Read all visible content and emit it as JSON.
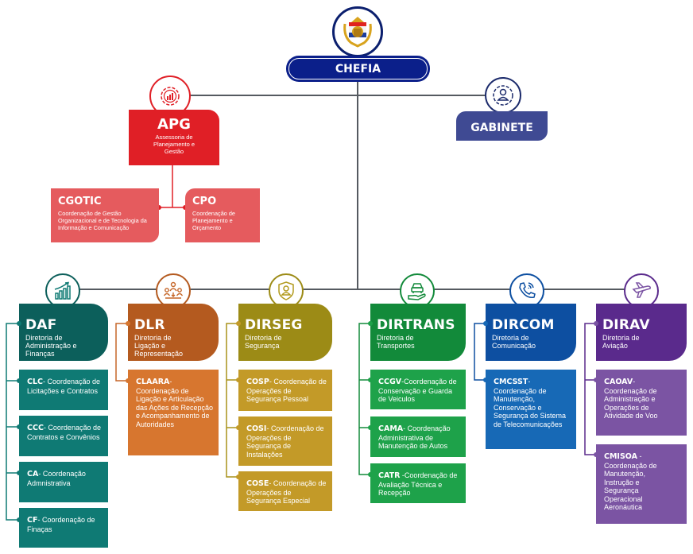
{
  "chart": {
    "title": "CHEFIA",
    "top_nodes": [
      {
        "id": "apg",
        "acronym": "APG",
        "name": "Assessoria de Planejamento e Gestão",
        "color": "#e01f26",
        "icon": "gear-chart-icon"
      },
      {
        "id": "gabinete",
        "acronym": "GABINETE",
        "color": "#3f4a93",
        "icon": "gear-person-icon"
      }
    ],
    "apg_children": [
      {
        "acronym": "CGOTIC",
        "name": "Coordenação de Gestão Organizacional e de Tecnologia da Informação e Comunicação",
        "color": "#e55b5e"
      },
      {
        "acronym": "CPO",
        "name": "Coordenação de Planejamento e Orçamento",
        "color": "#e55b5e"
      }
    ],
    "directorates": [
      {
        "acronym": "DAF",
        "name": "Diretoria de Administração e Finanças",
        "color": "#0c5f5b",
        "sub_color": "#0f7a74",
        "icon": "growth-chart-icon",
        "children": [
          {
            "acronym": "CLC",
            "sep": "- ",
            "name": "Coordenação de Licitações e Contratos"
          },
          {
            "acronym": "CCC",
            "sep": "- ",
            "name": "Coordenação de Contratos e Convênios"
          },
          {
            "acronym": "CA",
            "sep": "- ",
            "name": "Coordenação Admnistrativa"
          },
          {
            "acronym": "CF",
            "sep": "- ",
            "name": "Coordenação de Finaças"
          }
        ]
      },
      {
        "acronym": "DLR",
        "name": "Diretoria de Ligação e Representação",
        "color": "#b45a1f",
        "sub_color": "#d7762f",
        "icon": "people-network-icon",
        "children": [
          {
            "acronym": "CLAARA",
            "sep": "- ",
            "name": "Coordenação de Ligação e Articulação das Ações de Recepção e Acompanhamento de Autoridades"
          }
        ]
      },
      {
        "acronym": "DIRSEG",
        "name": "Diretoria de Segurança",
        "color": "#9c8b16",
        "sub_color": "#c39a28",
        "icon": "shield-person-icon",
        "children": [
          {
            "acronym": "COSP",
            "sep": "- ",
            "name": "Coordenação de Operações de Segurança Pessoal"
          },
          {
            "acronym": "COSI",
            "sep": "- ",
            "name": "Coordenação de Operações de Segurança de Instalações"
          },
          {
            "acronym": "COSE",
            "sep": "- ",
            "name": "Coordenação de Operações de Segurança Especial"
          }
        ]
      },
      {
        "acronym": "DIRTRANS",
        "name": "Diretoria de Transportes",
        "color": "#128a3a",
        "sub_color": "#1ea24a",
        "icon": "car-hand-icon",
        "children": [
          {
            "acronym": "CCGV",
            "sep": "-",
            "name": "Coordenação de Conservação e Guarda de Veiculos"
          },
          {
            "acronym": "CAMA",
            "sep": "- ",
            "name": "Coordenação Administrativa de Manutenção de Autos"
          },
          {
            "acronym": "CATR",
            "sep": " -",
            "name": "Coordenação de Avaliação Técnica e Recepção"
          }
        ]
      },
      {
        "acronym": "DIRCOM",
        "name": "Diretoria de Comunicação",
        "color": "#0d4fa1",
        "sub_color": "#1769b6",
        "icon": "phone-signal-icon",
        "children": [
          {
            "acronym": "CMCSST",
            "sep": "- ",
            "name": "Coordenação de Manutenção, Conservação e Segurança do Sistema de Telecomunicações"
          }
        ]
      },
      {
        "acronym": "DIRAV",
        "name": "Diretoria de Aviação",
        "color": "#5a2a8c",
        "sub_color": "#7b54a3",
        "icon": "airplane-icon",
        "children": [
          {
            "acronym": "CAOAV",
            "sep": "- ",
            "name": "Coordenação de Administração e Operações de Atividade de Voo"
          },
          {
            "acronym": "CMISOA",
            "sep": " - ",
            "name": "Coordenação de Manutenção, Instrução e Segurança Operacional Aeronáutica"
          }
        ]
      }
    ]
  }
}
